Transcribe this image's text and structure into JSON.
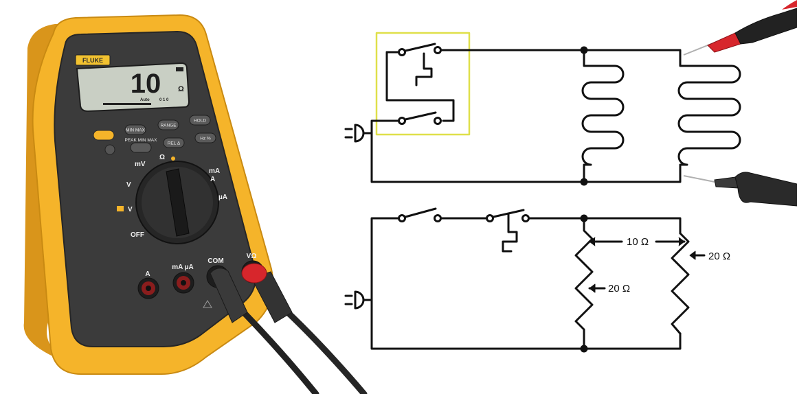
{
  "meter": {
    "brand": "FLUKE",
    "display_value": "10",
    "display_unit": "Ω",
    "display_mode": "Auto",
    "display_range": "0 1 0",
    "buttons": [
      "MIN MAX",
      "RANGE",
      "HOLD",
      "REL Δ",
      "Hz %",
      "PEAK MIN MAX"
    ],
    "dial_labels": [
      "mV",
      "Ω",
      "mA",
      "A",
      "V",
      "V",
      "µA",
      "OFF"
    ],
    "jacks": [
      "A",
      "mA µA",
      "COM",
      "VΩ"
    ]
  },
  "diagram": {
    "resistor_labels": [
      "10 Ω",
      "20 Ω",
      "20 Ω"
    ]
  },
  "colors": {
    "meter_body": "#f5b42a",
    "meter_face": "#3a3a3a",
    "lcd": "#c9cfc4",
    "highlight_box": "#dfe04a",
    "probe_red": "#d7262c",
    "wire": "#111111"
  }
}
